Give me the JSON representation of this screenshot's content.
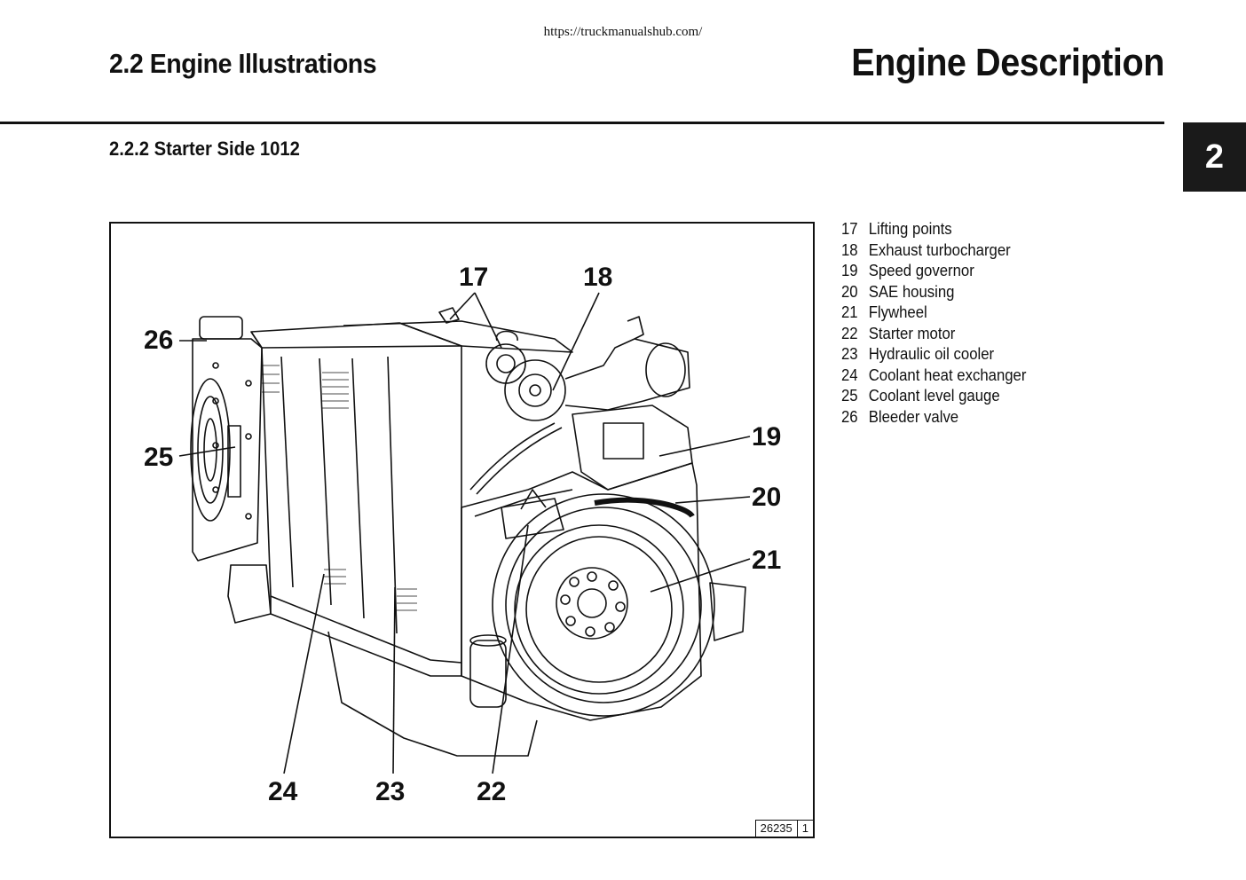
{
  "header": {
    "url": "https://truckmanualshub.com/",
    "section_title": "2.2 Engine Illustrations",
    "chapter_title": "Engine Description",
    "chapter_tab": "2"
  },
  "subsection": {
    "title": "2.2.2  Starter Side 1012"
  },
  "figure": {
    "callouts": [
      "17",
      "18",
      "26",
      "25",
      "19",
      "20",
      "21",
      "24",
      "23",
      "22"
    ],
    "ref_number": "26235",
    "ref_index": "1"
  },
  "legend": {
    "items": [
      {
        "num": "17",
        "label": "Lifting points"
      },
      {
        "num": "18",
        "label": "Exhaust turbocharger"
      },
      {
        "num": "19",
        "label": "Speed governor"
      },
      {
        "num": "20",
        "label": "SAE housing"
      },
      {
        "num": "21",
        "label": "Flywheel"
      },
      {
        "num": "22",
        "label": "Starter motor"
      },
      {
        "num": "23",
        "label": "Hydraulic oil cooler"
      },
      {
        "num": "24",
        "label": "Coolant heat exchanger"
      },
      {
        "num": "25",
        "label": "Coolant level gauge"
      },
      {
        "num": "26",
        "label": "Bleeder valve"
      }
    ]
  }
}
